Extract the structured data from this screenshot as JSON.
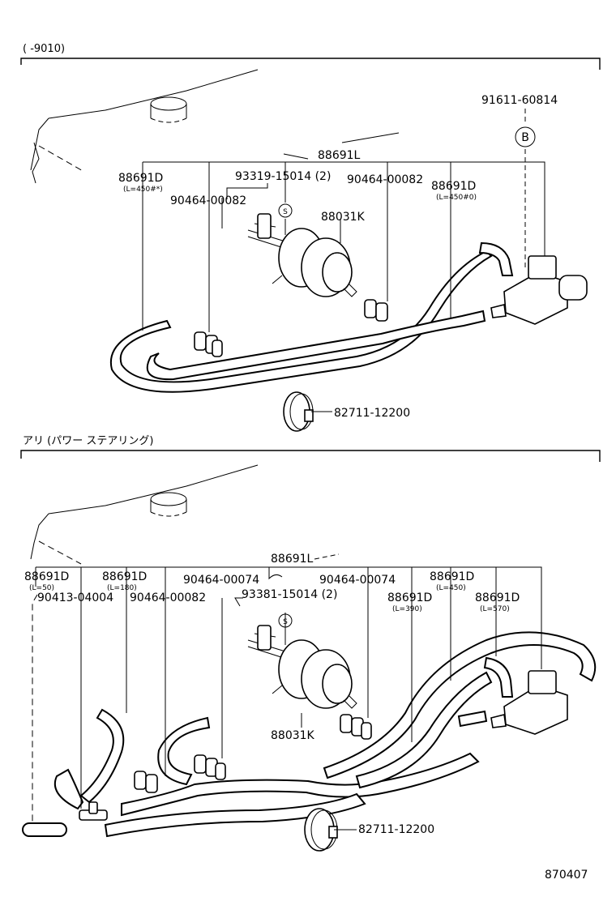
{
  "sections": [
    {
      "header": "(      -9010)",
      "labels": {
        "p1": "91611-60814",
        "p2": "88691L",
        "p3": "88691D",
        "p3_sub": "(L=450#*)",
        "p4": "93319-15014 (2)",
        "p5": "90464-00082",
        "p6": "88691D",
        "p6_sub": "(L=450#0)",
        "p7": "90464-00082",
        "p8": "88031K",
        "p9": "82711-12200",
        "callout_b": "B",
        "callout_s": "S"
      }
    },
    {
      "header": "アリ (パワー  ステアリング)",
      "labels": {
        "p1": "88691L",
        "p2": "88691D",
        "p2_sub": "(L=50)",
        "p3": "88691D",
        "p3_sub": "(L=180)",
        "p4": "90464-00074",
        "p5": "90464-00074",
        "p6": "88691D",
        "p6_sub": "(L=450)",
        "p7": "90413-04004",
        "p8": "90464-00082",
        "p9": "93381-15014 (2)",
        "p10": "88691D",
        "p10_sub": "(L=390)",
        "p11": "88691D",
        "p11_sub": "(L=570)",
        "p12": "88031K",
        "p13": "82711-12200",
        "callout_s": "S"
      }
    }
  ],
  "footer_code": "870407"
}
